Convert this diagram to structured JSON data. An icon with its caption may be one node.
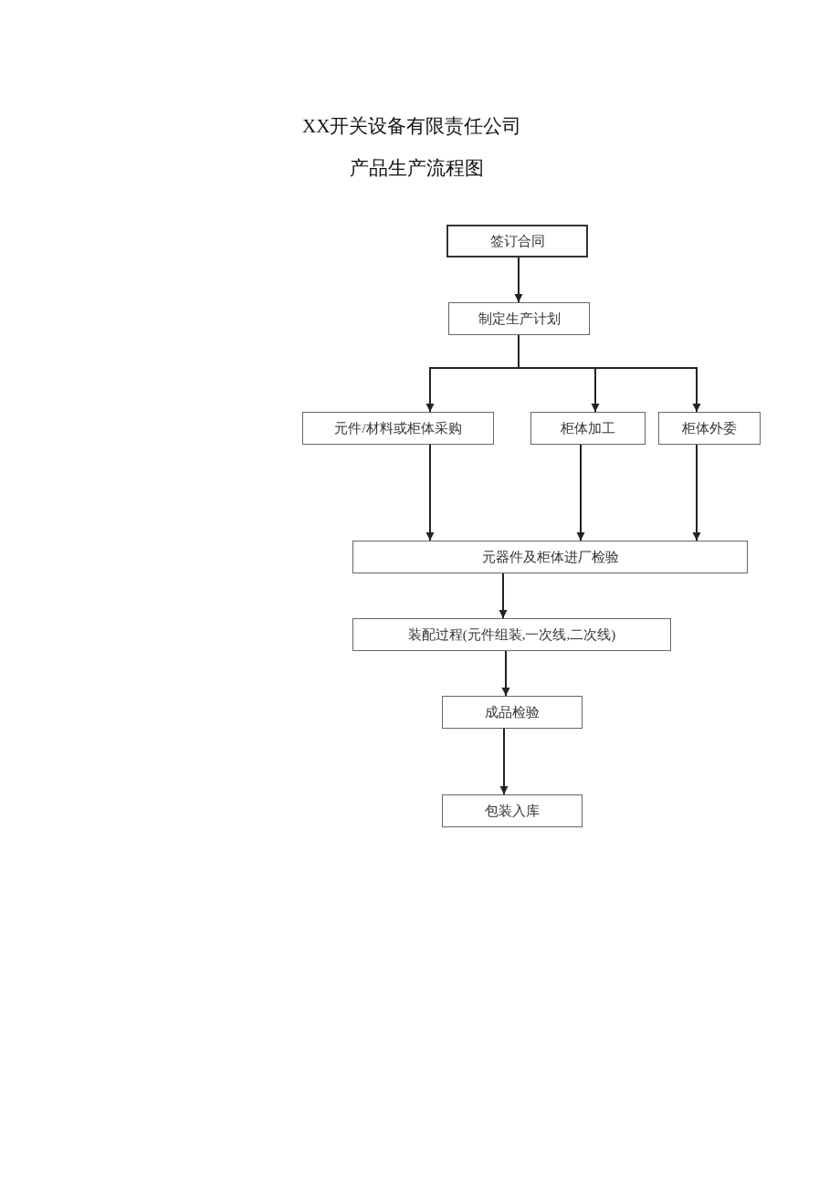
{
  "diagram": {
    "title": "XX开关设备有限责任公司",
    "labels": [
      "产品生产流程图"
    ],
    "nodes": [
      {
        "text": [
          "签订合同"
        ]
      },
      {
        "text": [
          "制定生产计划"
        ]
      },
      {
        "text": [
          "元件/材料或柜体采购"
        ]
      },
      {
        "text": [
          "柜体加工"
        ]
      },
      {
        "text": [
          "柜体外委"
        ]
      },
      {
        "text": [
          "元器件及柜体进厂检验"
        ]
      },
      {
        "text": [
          "装配过程(元件组装,一次线,二次线)"
        ]
      },
      {
        "text": [
          "成品检验"
        ]
      },
      {
        "text": [
          "包装入库"
        ]
      }
    ],
    "edges": [
      {
        "from": 0,
        "to": 1,
        "arrow": "to"
      },
      {
        "from": 1,
        "to": 2,
        "arrow": "to"
      },
      {
        "from": 1,
        "to": 3,
        "arrow": "to"
      },
      {
        "from": 1,
        "to": 4,
        "arrow": "to"
      },
      {
        "from": 2,
        "to": 5,
        "arrow": "to"
      },
      {
        "from": 3,
        "to": 5,
        "arrow": "to"
      },
      {
        "from": 4,
        "to": 5,
        "arrow": "to"
      },
      {
        "from": 5,
        "to": 6,
        "arrow": "to"
      },
      {
        "from": 6,
        "to": 7,
        "arrow": "to"
      },
      {
        "from": 7,
        "to": 8,
        "arrow": "to"
      }
    ]
  }
}
